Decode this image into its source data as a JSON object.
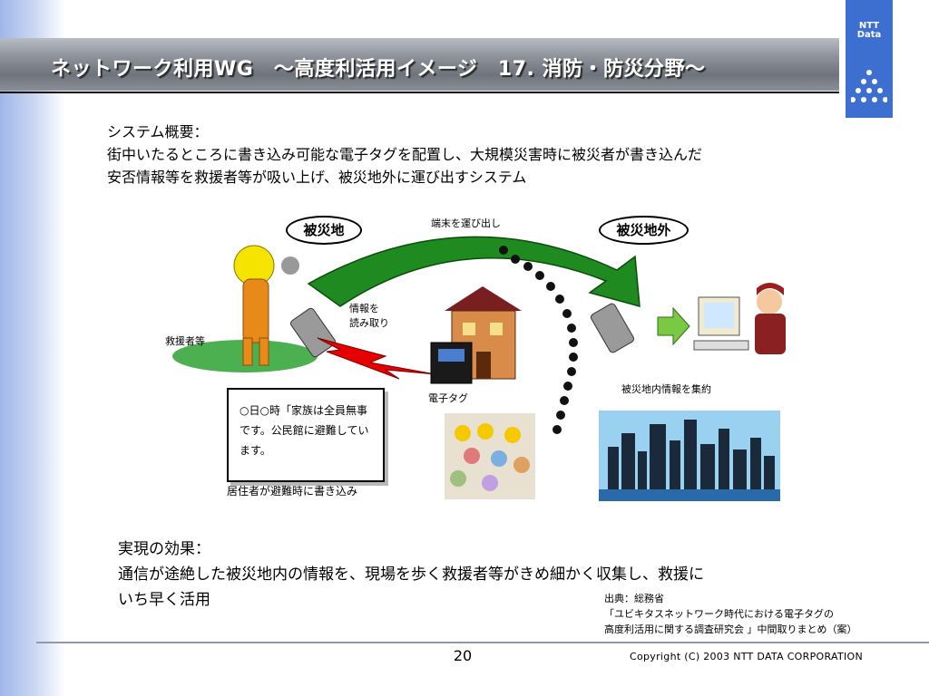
{
  "header": {
    "title": "ネットワーク利用WG　～高度利活用イメージ　17. 消防・防災分野～"
  },
  "logo": {
    "line1": "NTT",
    "line2": "Data"
  },
  "overview": {
    "label": "システム概要：",
    "line1": "街中いたるところに書き込み可能な電子タグを配置し、大規模災害時に被災者が書き込んだ",
    "line2": "安否情報等を救援者等が吸い上げ、被災地外に運び出すシステム"
  },
  "diagram": {
    "disaster_area": "被災地",
    "outside_area": "被災地外",
    "carry_out": "端末を運び出し",
    "rescuer": "救援者等",
    "read_info": "情報を\n読み取り",
    "e_tag": "電子タグ",
    "aggregate": "被災地内情報を集約",
    "note_text": "○日○時「家族は全員無事です。公民館に避難しています。",
    "residents_write": "居住者が避難時に書き込み"
  },
  "effects": {
    "label": "実現の効果：",
    "line1": "通信が途絶した被災地内の情報を、現場を歩く救援者等がきめ細かく収集し、救援に",
    "line2": "いち早く活用"
  },
  "source": {
    "line1": "出典：総務省",
    "line2": "「ユビキタスネットワーク時代における電子タグの",
    "line3": "高度利活用に関する調査研究会 」中間取りまとめ（案）"
  },
  "footer": {
    "page_number": "20",
    "copyright": "Copyright (C) 2003 NTT DATA CORPORATION"
  },
  "colors": {
    "title_bar": "#8e939b",
    "logo_blue": "#3c6fd0",
    "arrow_green": "#1f8a1f",
    "lightning_red": "#e60000"
  }
}
